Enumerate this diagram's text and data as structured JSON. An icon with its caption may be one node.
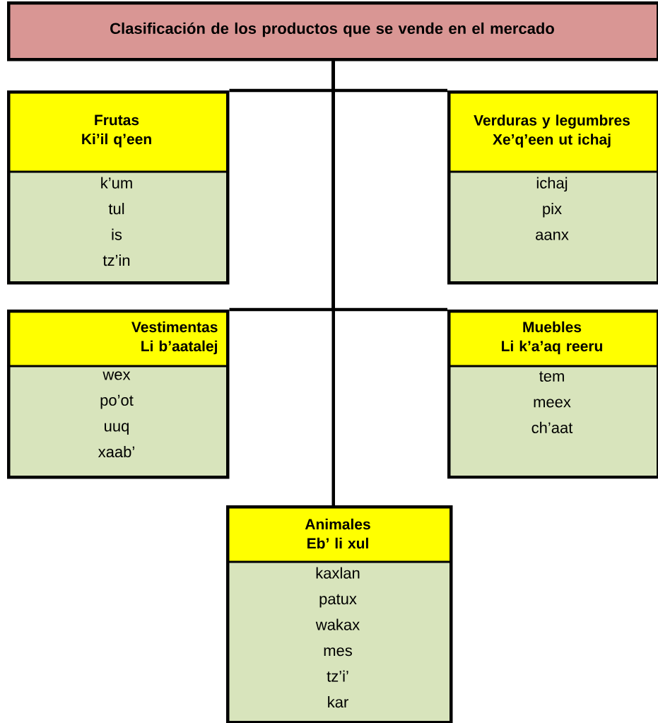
{
  "diagram": {
    "nodes": [
      {
        "text": [
          "Clasificación de los productos que se vende en el mercado"
        ]
      },
      {
        "text": [
          "Frutas",
          "Ki’il q’een",
          "k’um",
          "tul",
          "is",
          "tz’in"
        ]
      },
      {
        "text": [
          "Verduras y legumbres",
          "Xe’q’een ut ichaj",
          "ichaj",
          "pix",
          "aanx"
        ]
      },
      {
        "text": [
          "Vestimentas",
          "Li b’aatalej",
          "wex",
          "po’ot",
          "uuq",
          "xaab’"
        ]
      },
      {
        "text": [
          "Muebles",
          "Li k’a’aq reeru",
          "tem",
          "meex",
          "ch’aat"
        ]
      },
      {
        "text": [
          "Animales",
          "Eb’ li xul",
          "kaxlan",
          "patux",
          "wakax",
          "mes",
          "tz’i’",
          "kar"
        ]
      }
    ],
    "edges": [
      {
        "from": 0,
        "to": 1,
        "arrow": "none"
      },
      {
        "from": 0,
        "to": 2,
        "arrow": "none"
      },
      {
        "from": 0,
        "to": 3,
        "arrow": "none"
      },
      {
        "from": 0,
        "to": 4,
        "arrow": "none"
      },
      {
        "from": 0,
        "to": 5,
        "arrow": "none"
      }
    ]
  }
}
